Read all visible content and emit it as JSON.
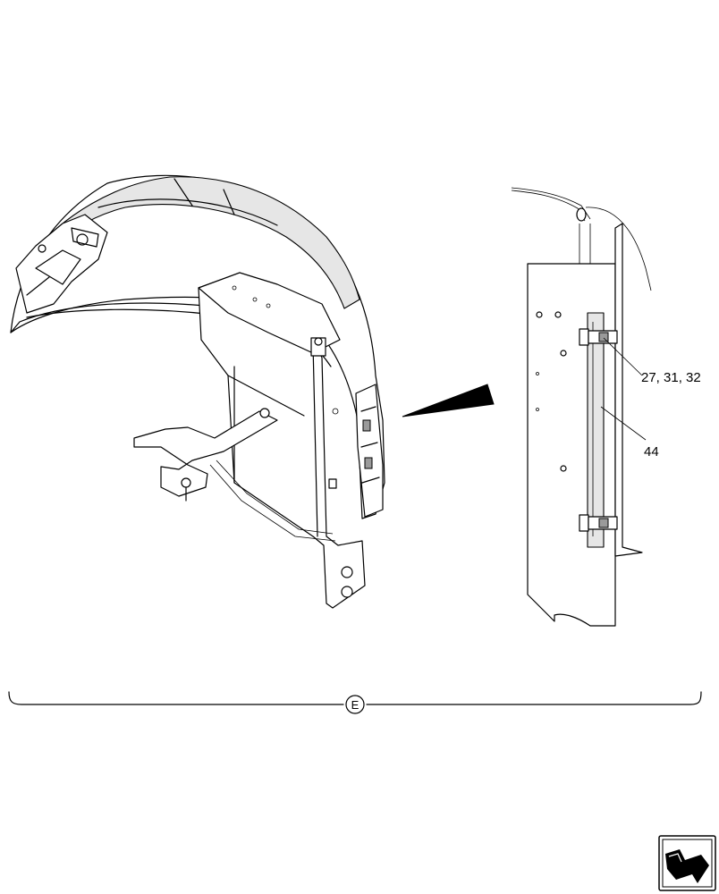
{
  "callouts": {
    "bracket_fasteners": "27, 31, 32",
    "plate": "44"
  },
  "section_marker": "E",
  "icons": {
    "view_arrow": "pointer-arrow-icon",
    "nav": "next-page-icon"
  }
}
